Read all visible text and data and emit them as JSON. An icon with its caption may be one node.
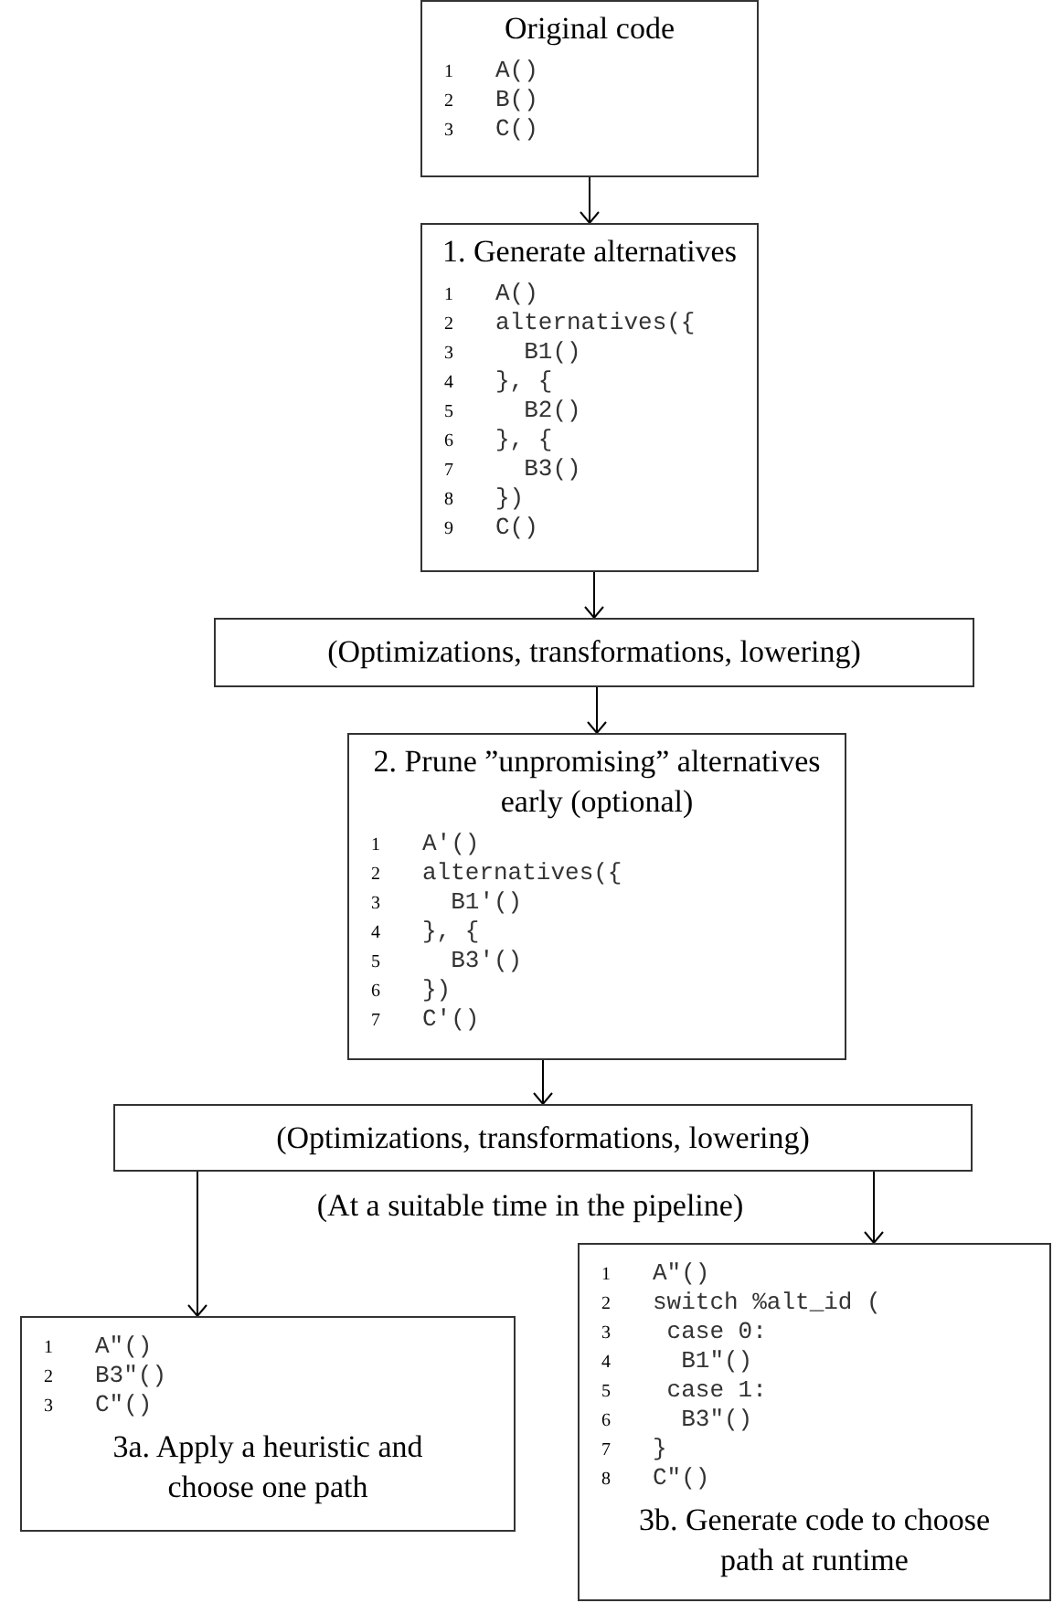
{
  "diagram": {
    "nodes": [
      {
        "text": [
          "Original code",
          "1",
          "A()",
          "2",
          "B()",
          "3",
          "C()"
        ]
      },
      {
        "text": [
          "1. Generate alternatives",
          "1",
          "A()",
          "2",
          "alternatives({",
          "3",
          "  B1()",
          "4",
          "}, {",
          "5",
          "  B2()",
          "6",
          "}, {",
          "7",
          "  B3()",
          "8",
          "})",
          "9",
          "C()"
        ]
      },
      {
        "text": [
          "(Optimizations, transformations, lowering)"
        ]
      },
      {
        "text": [
          "2. Prune ”unpromising” alternatives early (optional)",
          "1",
          "A'()",
          "2",
          "alternatives({",
          "3",
          "  B1'()",
          "4",
          "}, {",
          "5",
          "  B3'()",
          "6",
          "})",
          "7",
          "C'()"
        ]
      },
      {
        "text": [
          "(Optimizations, transformations, lowering)"
        ]
      },
      {
        "text": [
          "1",
          "A\"()",
          "2",
          "B3\"()",
          "3",
          "C\"()",
          "3a. Apply a heuristic and choose one path"
        ]
      },
      {
        "text": [
          "1",
          "A\"()",
          "2",
          "switch %alt_id (",
          "3",
          " case 0:",
          "4",
          "  B1\"()",
          "5",
          " case 1:",
          "6",
          "  B3\"()",
          "7",
          "}",
          "8",
          "C\"()",
          "3b. Generate code to choose path at runtime"
        ]
      }
    ],
    "edges": [
      {
        "from": 0,
        "to": 1,
        "arrow": "to"
      },
      {
        "from": 1,
        "to": 2,
        "arrow": "to"
      },
      {
        "from": 2,
        "to": 3,
        "arrow": "to"
      },
      {
        "from": 3,
        "to": 4,
        "arrow": "to"
      },
      {
        "from": 4,
        "to": 5,
        "arrow": "to"
      },
      {
        "from": 4,
        "to": 6,
        "arrow": "to"
      }
    ],
    "labels": [
      "(At a suitable time in the pipeline)"
    ]
  }
}
